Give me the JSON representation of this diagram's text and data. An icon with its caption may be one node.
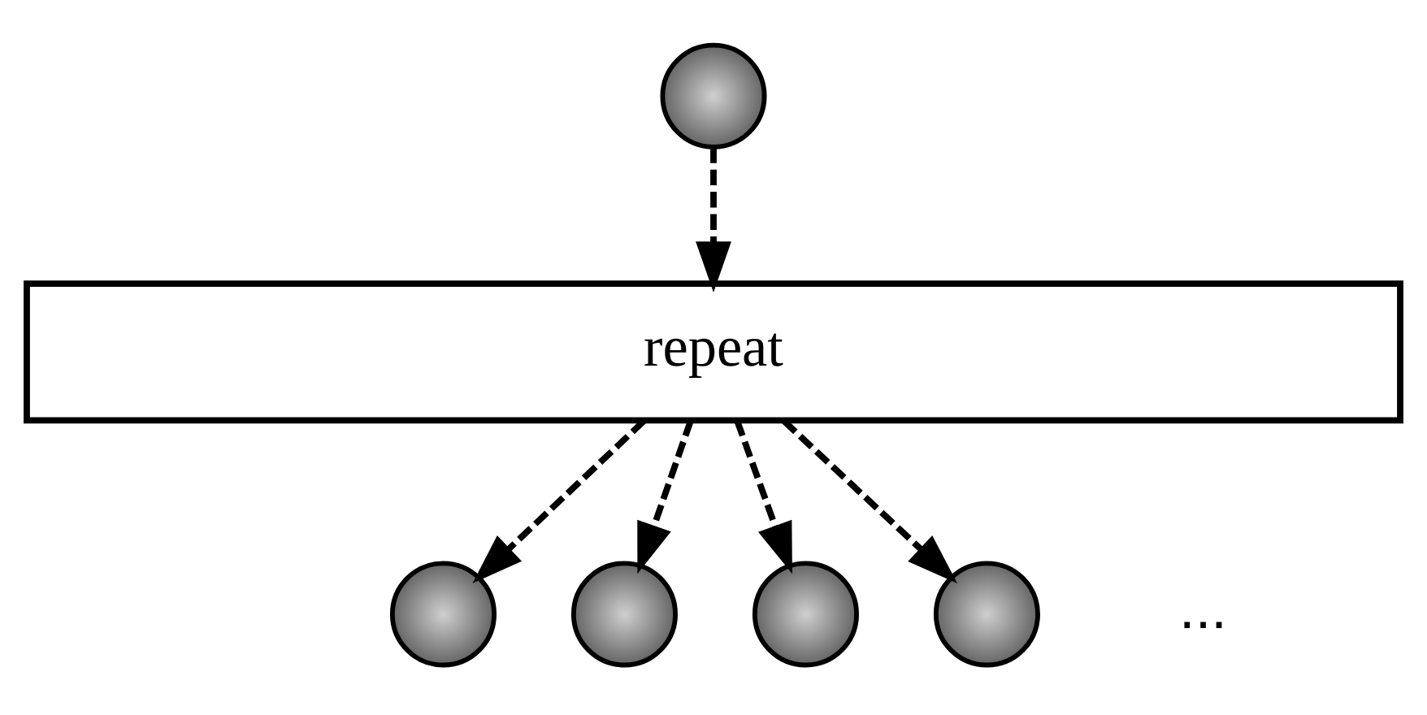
{
  "diagram": {
    "nodes": [
      {
        "text": [],
        "shape": "circle"
      },
      {
        "text": [
          "repeat"
        ]
      },
      {
        "text": [],
        "shape": "circle"
      },
      {
        "text": [],
        "shape": "circle"
      },
      {
        "text": [],
        "shape": "circle"
      },
      {
        "text": [],
        "shape": "circle"
      }
    ],
    "edges": [
      {
        "from": 0,
        "to": 1,
        "arrow": "to",
        "style": "dashed"
      },
      {
        "from": 1,
        "to": 2,
        "arrow": "to",
        "style": "dashed"
      },
      {
        "from": 1,
        "to": 3,
        "arrow": "to",
        "style": "dashed"
      },
      {
        "from": 1,
        "to": 4,
        "arrow": "to",
        "style": "dashed"
      },
      {
        "from": 1,
        "to": 5,
        "arrow": "to",
        "style": "dashed"
      }
    ],
    "labels": [
      "..."
    ]
  }
}
